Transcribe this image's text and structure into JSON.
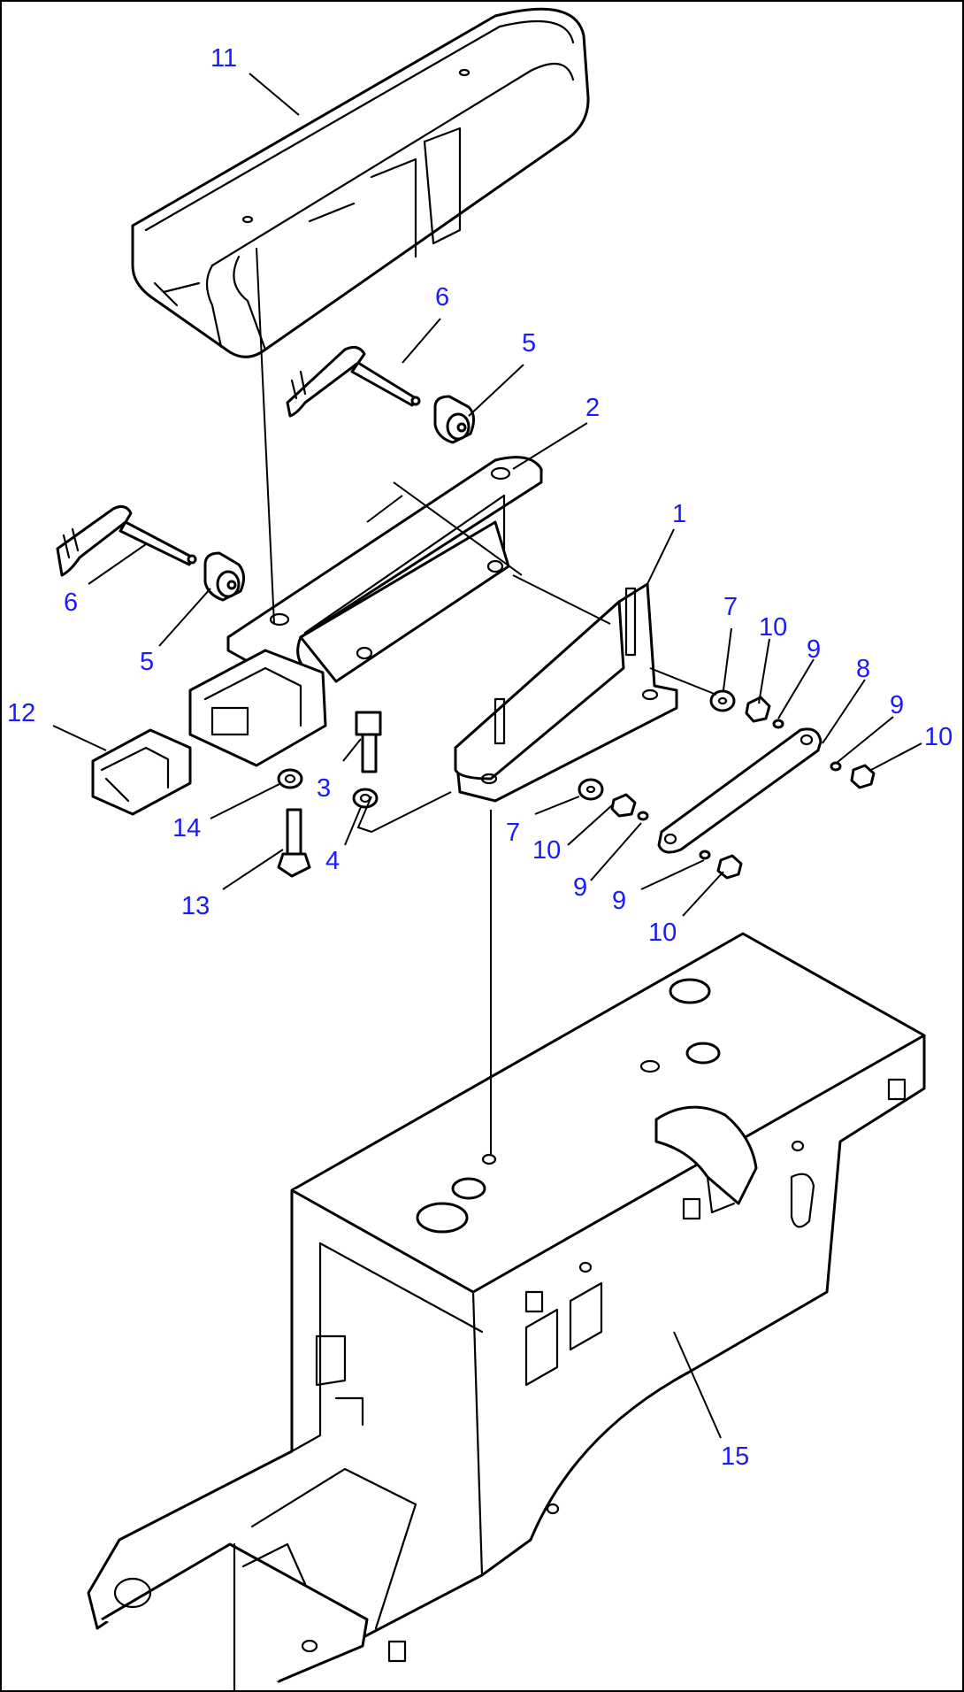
{
  "labels": [
    {
      "id": "11",
      "text": "11"
    },
    {
      "id": "6a",
      "text": "6"
    },
    {
      "id": "5a",
      "text": "5"
    },
    {
      "id": "2",
      "text": "2"
    },
    {
      "id": "1",
      "text": "1"
    },
    {
      "id": "6b",
      "text": "6"
    },
    {
      "id": "5b",
      "text": "5"
    },
    {
      "id": "7a",
      "text": "7"
    },
    {
      "id": "10a",
      "text": "10"
    },
    {
      "id": "9a",
      "text": "9"
    },
    {
      "id": "8",
      "text": "8"
    },
    {
      "id": "9b",
      "text": "9"
    },
    {
      "id": "10b",
      "text": "10"
    },
    {
      "id": "12",
      "text": "12"
    },
    {
      "id": "3",
      "text": "3"
    },
    {
      "id": "14",
      "text": "14"
    },
    {
      "id": "4",
      "text": "4"
    },
    {
      "id": "7b",
      "text": "7"
    },
    {
      "id": "10c",
      "text": "10"
    },
    {
      "id": "9c",
      "text": "9"
    },
    {
      "id": "9d",
      "text": "9"
    },
    {
      "id": "10d",
      "text": "10"
    },
    {
      "id": "13",
      "text": "13"
    },
    {
      "id": "15",
      "text": "15"
    }
  ],
  "colors": {
    "label": "#1a1aff",
    "line": "#000000",
    "background": "#ffffff"
  }
}
